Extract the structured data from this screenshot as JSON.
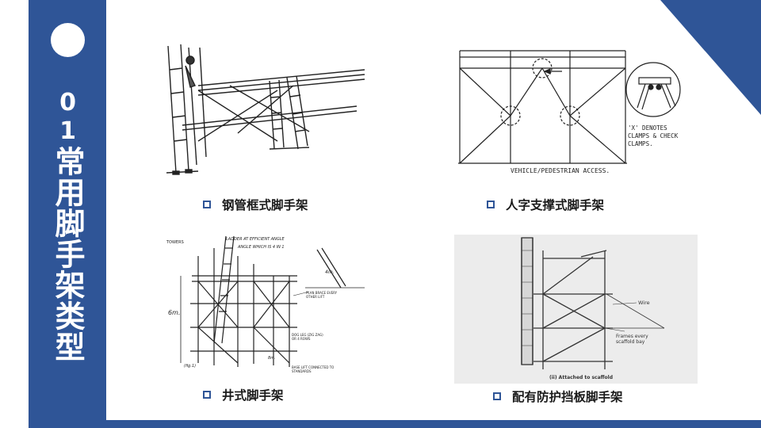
{
  "slide": {
    "section_number": "01",
    "section_title": "常用脚手架类型"
  },
  "figures": [
    {
      "id": "steel-frame",
      "caption": "钢管框式脚手架"
    },
    {
      "id": "herringbone",
      "caption": "人字支撑式脚手架",
      "annotations": [
        "'X' DENOTES",
        "CLAMPS & CHECK",
        "CLAMPS.",
        "VEHICLE/PEDESTRIAN ACCESS."
      ]
    },
    {
      "id": "well",
      "caption": "井式脚手架",
      "annotations": [
        "TOWERS",
        "LADDER AT EFFICIENT ANGLE",
        "ANGLE WHICH IS 4 IN 1",
        "4m.",
        "6m.",
        "PLAN BRACE EVERY",
        "OTHER LIFT",
        "DOG LEG (ZIG ZAG)",
        "OR 4 ROWS",
        "BASE LIFT CONNECTED TO",
        "STANDARDS",
        "(fig.1)",
        "8m."
      ]
    },
    {
      "id": "guard-board",
      "caption": "配有防护挡板脚手架",
      "annotations": [
        "Wire",
        "Frames every",
        "scaffold bay",
        "(ii) Attached to scaffold"
      ]
    }
  ],
  "colors": {
    "accent": "#2f5597",
    "white": "#ffffff",
    "ink": "#1a1a1a"
  }
}
